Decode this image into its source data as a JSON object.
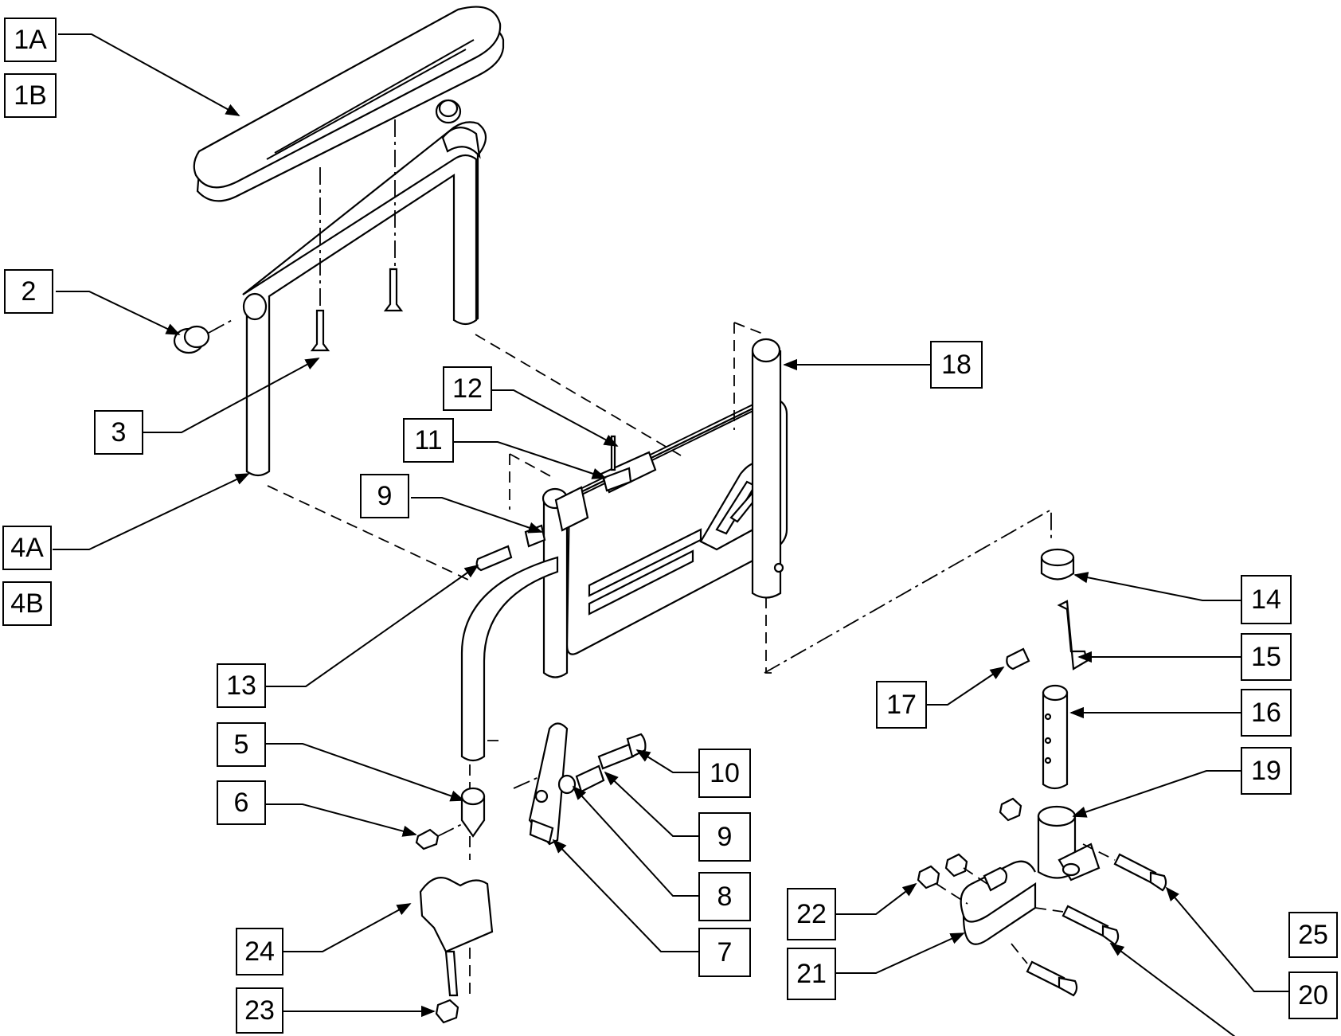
{
  "labels": {
    "l1a": "1A",
    "l1b": "1B",
    "l2": "2",
    "l3": "3",
    "l4a": "4A",
    "l4b": "4B",
    "l5": "5",
    "l6": "6",
    "l7": "7",
    "l8": "8",
    "l9a": "9",
    "l9b": "9",
    "l10": "10",
    "l11": "11",
    "l12": "12",
    "l13": "13",
    "l14": "14",
    "l15": "15",
    "l16": "16",
    "l17": "17",
    "l18": "18",
    "l19": "19",
    "l20": "20",
    "l21": "21",
    "l22": "22",
    "l23": "23",
    "l24": "24",
    "l25": "25"
  }
}
